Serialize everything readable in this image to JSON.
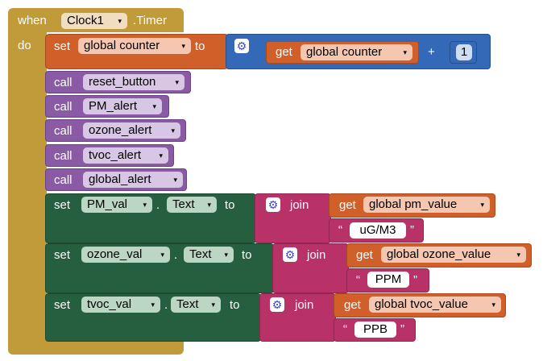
{
  "event": {
    "when_label": "when",
    "component": "Clock1",
    "event_name": ".Timer",
    "do_label": "do"
  },
  "row1": {
    "set_label": "set",
    "var": "global counter",
    "to_label": "to",
    "get_label": "get",
    "get_var": "global counter",
    "op": "+",
    "number": "1"
  },
  "calls": [
    {
      "call_label": "call",
      "proc": "reset_button"
    },
    {
      "call_label": "call",
      "proc": "PM_alert"
    },
    {
      "call_label": "call",
      "proc": "ozone_alert"
    },
    {
      "call_label": "call",
      "proc": "tvoc_alert"
    },
    {
      "call_label": "call",
      "proc": "global_alert"
    }
  ],
  "sets": [
    {
      "set_label": "set",
      "component": "PM_val",
      "dot": ".",
      "prop": "Text",
      "to_label": "to",
      "join_label": "join",
      "get_label": "get",
      "get_var": "global pm_value",
      "text": "uG/M3"
    },
    {
      "set_label": "set",
      "component": "ozone_val",
      "dot": ".",
      "prop": "Text",
      "to_label": "to",
      "join_label": "join",
      "get_label": "get",
      "get_var": "global ozone_value",
      "text": "PPM"
    },
    {
      "set_label": "set",
      "component": "tvoc_val",
      "dot": ".",
      "prop": "Text",
      "to_label": "to",
      "join_label": "join",
      "get_label": "get",
      "get_var": "global tvoc_value",
      "text": "PPB"
    }
  ],
  "icons": {
    "gear": "gear-icon",
    "dropdown": "chevron-down-icon"
  },
  "colors": {
    "event": "#c19a3a",
    "variable": "#d15f2a",
    "math": "#3469b8",
    "procedure": "#8a5aa4",
    "component": "#255f3f",
    "text": "#b83267"
  },
  "glyphs": {
    "arrow": "▾",
    "gear": "⚙",
    "open_quote": "“",
    "close_quote": "”"
  }
}
